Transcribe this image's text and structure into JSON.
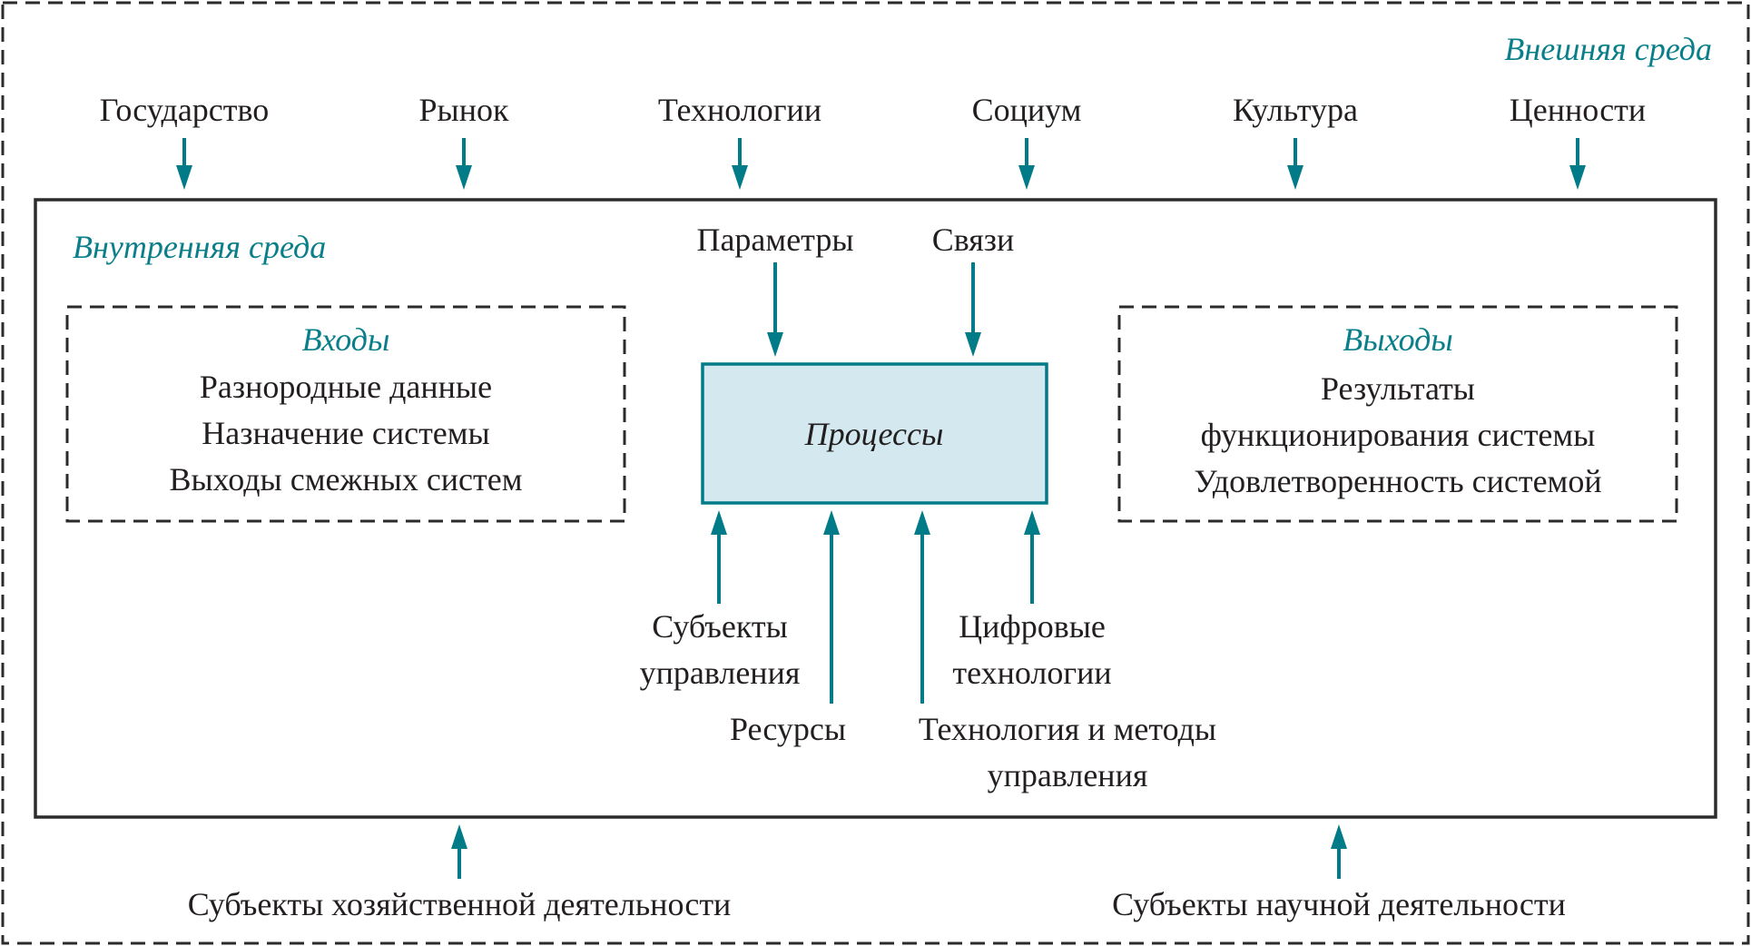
{
  "colors": {
    "accent": "#007b87",
    "process_fill": "#d3e9ef",
    "border": "#2b2b2b",
    "text": "#231f20"
  },
  "external_environment": {
    "title": "Внешняя среда",
    "factors": [
      "Государство",
      "Рынок",
      "Технологии",
      "Социум",
      "Культура",
      "Ценности"
    ],
    "bottom_actors": [
      "Субъекты хозяйственной деятельности",
      "Субъекты научной деятельности"
    ]
  },
  "internal_environment": {
    "title": "Внутренняя среда",
    "inputs": {
      "title": "Входы",
      "items": [
        "Разнородные данные",
        "Назначение системы",
        "Выходы смежных систем"
      ]
    },
    "outputs": {
      "title": "Выходы",
      "items": [
        "Результаты",
        "функционирования системы",
        "Удовлетворенность системой"
      ]
    },
    "process": {
      "label": "Процессы"
    },
    "top_influences": [
      "Параметры",
      "Связи"
    ],
    "bottom_influences": {
      "subjects": [
        "Субъекты",
        "управления"
      ],
      "resources": "Ресурсы",
      "methods": [
        "Технология и методы",
        "управления"
      ],
      "digital": [
        "Цифровые",
        "технологии"
      ]
    }
  }
}
